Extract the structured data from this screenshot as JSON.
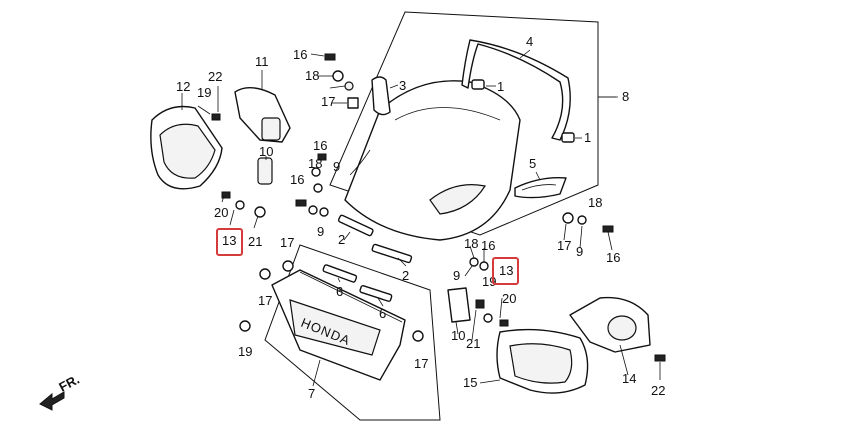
{
  "diagram": {
    "callouts": {
      "c1a": "1",
      "c1b": "1",
      "c2a": "2",
      "c2b": "2",
      "c3": "3",
      "c4": "4",
      "c5": "5",
      "c6a": "6",
      "c6b": "6",
      "c7": "7",
      "c8": "8",
      "c9a": "9",
      "c9b": "9",
      "c9c": "9",
      "c9d": "9",
      "c10a": "10",
      "c10b": "10",
      "c11": "11",
      "c12": "12",
      "c13a": "13",
      "c13b": "13",
      "c14": "14",
      "c15": "15",
      "c16a": "16",
      "c16b": "16",
      "c16c": "16",
      "c16d": "16",
      "c16e": "16",
      "c17a": "17",
      "c17b": "17",
      "c17c": "17",
      "c17d": "17",
      "c17e": "17",
      "c18a": "18",
      "c18b": "18",
      "c18c": "18",
      "c18d": "18",
      "c19a": "19",
      "c19b": "19",
      "c19c": "19",
      "c20a": "20",
      "c20b": "20",
      "c21a": "21",
      "c21b": "21",
      "c22a": "22",
      "c22b": "22"
    },
    "brand_mark": "HONDA",
    "direction_label": "FR.",
    "highlight_color": "#d63b3b"
  }
}
